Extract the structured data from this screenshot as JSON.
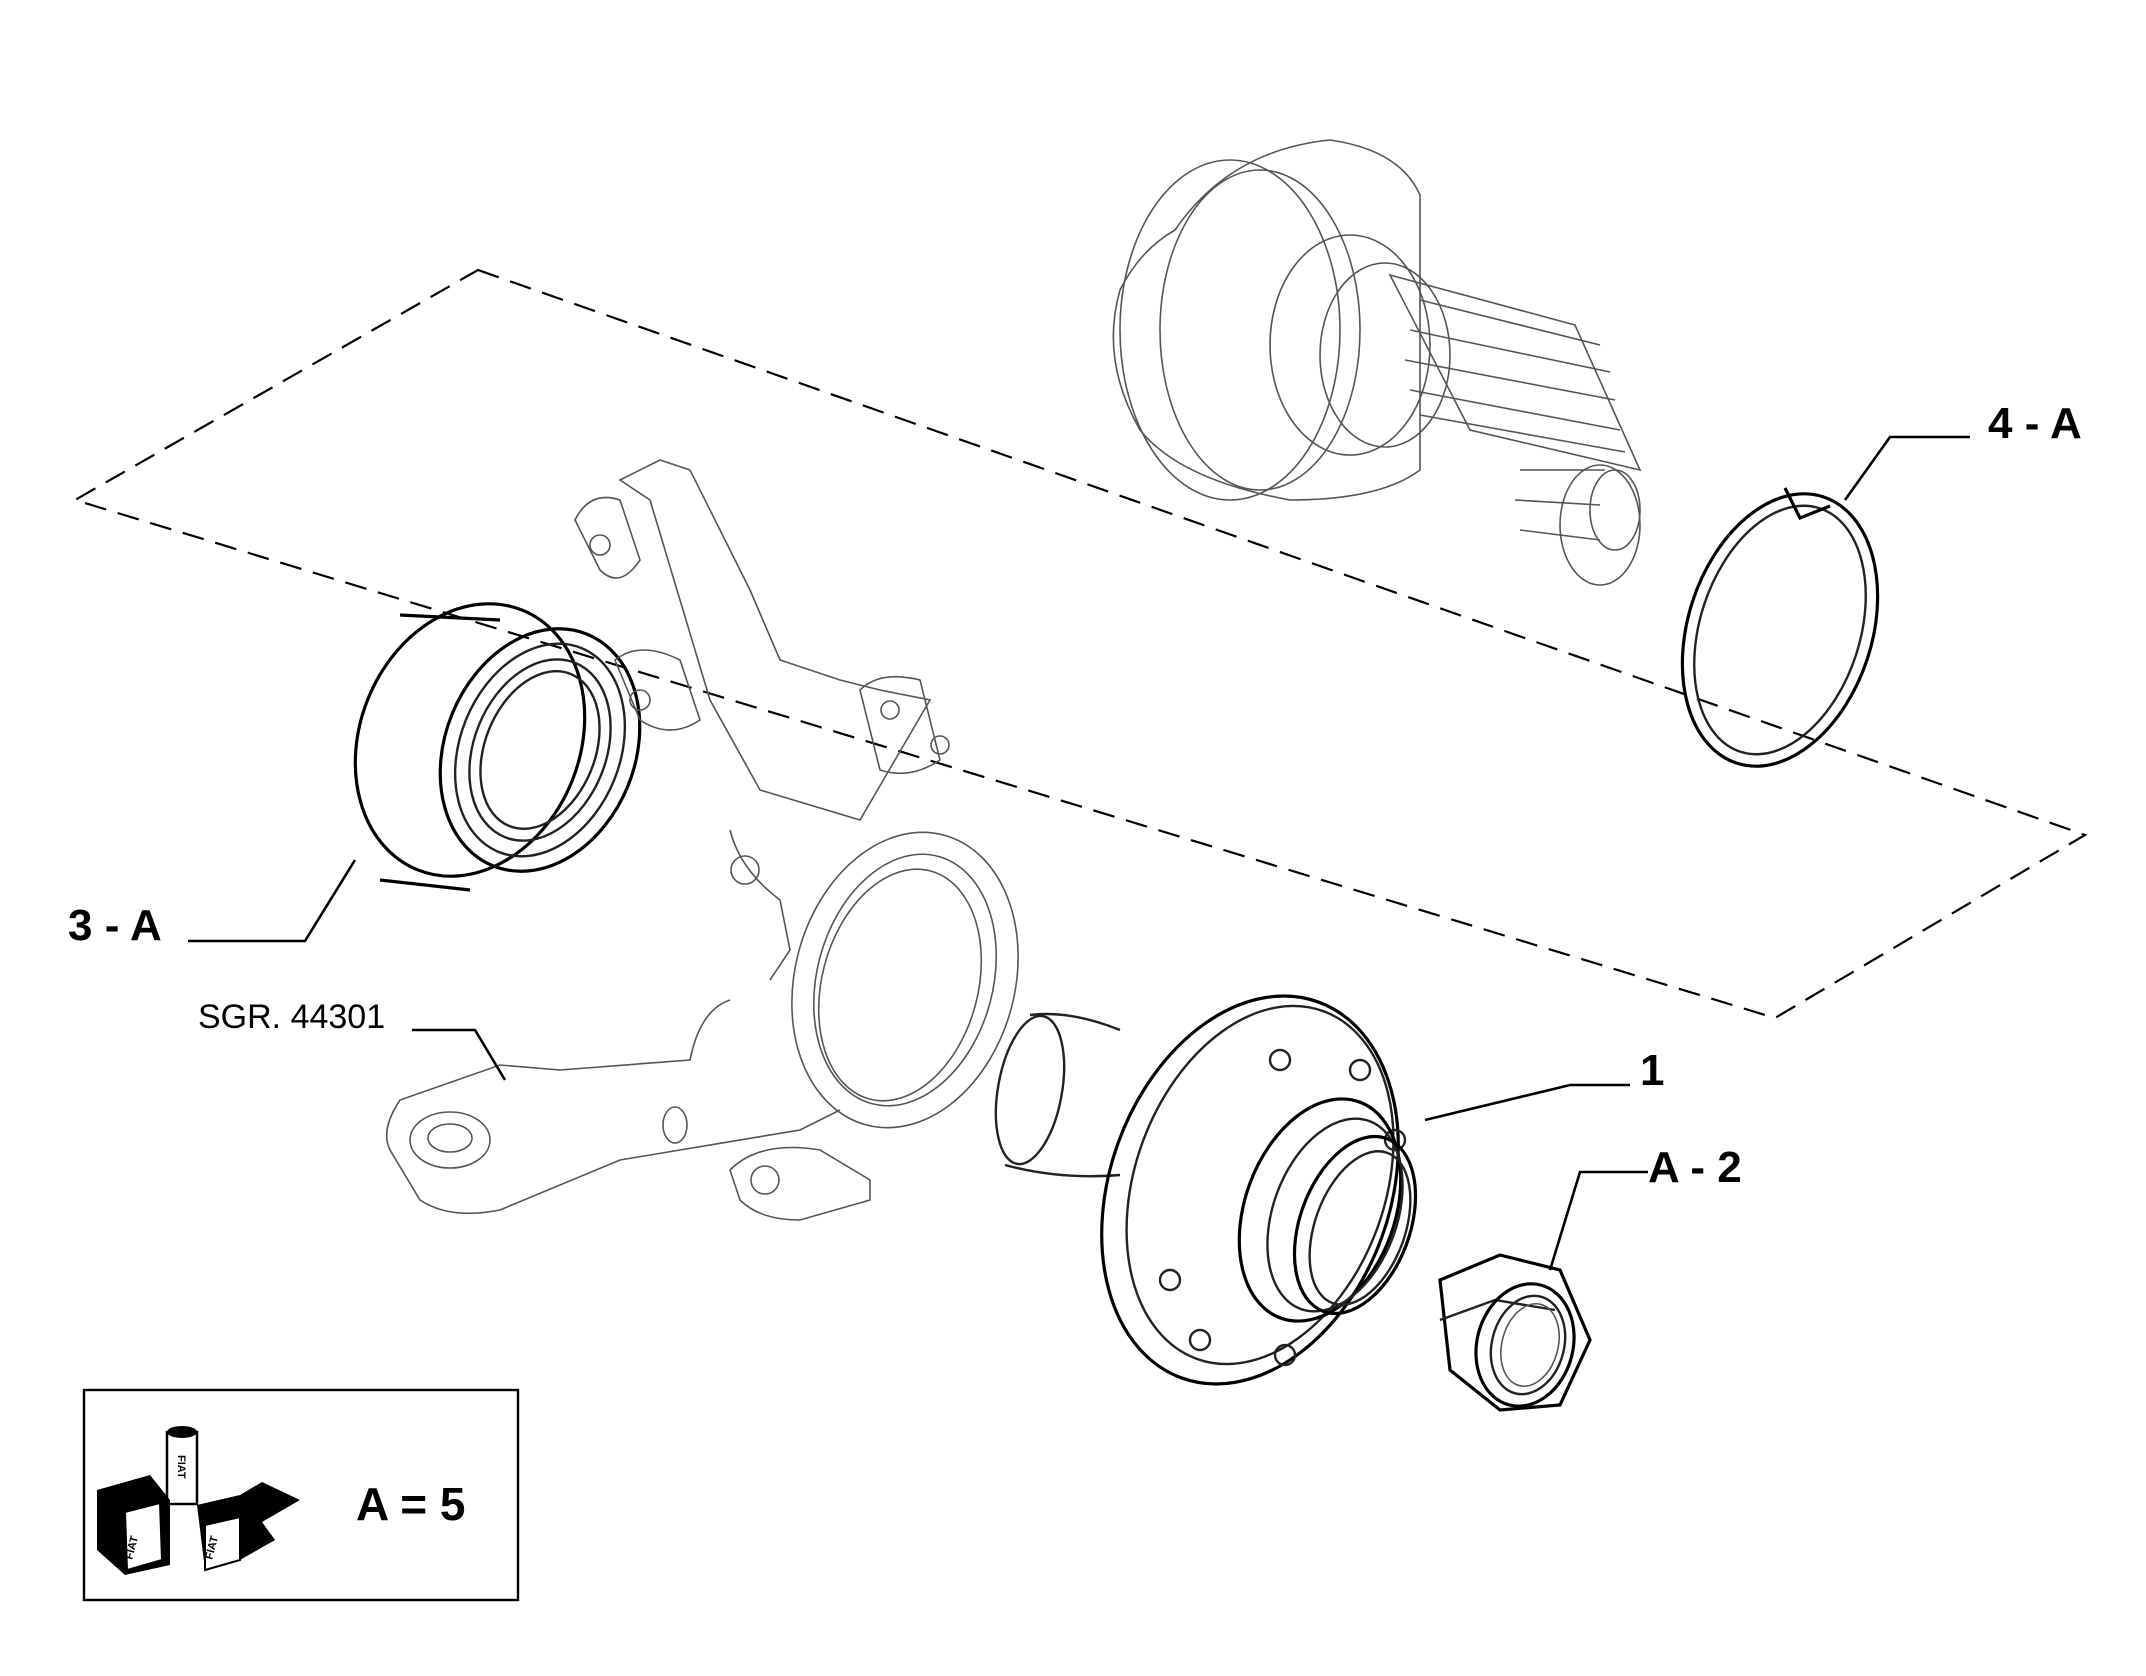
{
  "callouts": {
    "ring": "4 - A",
    "bearing": "3 - A",
    "knuckle_ref": "SGR. 44301",
    "hub": "1",
    "nut": "A - 2"
  },
  "legend": {
    "formula": "A = 5",
    "logo_text": "FIAT"
  }
}
